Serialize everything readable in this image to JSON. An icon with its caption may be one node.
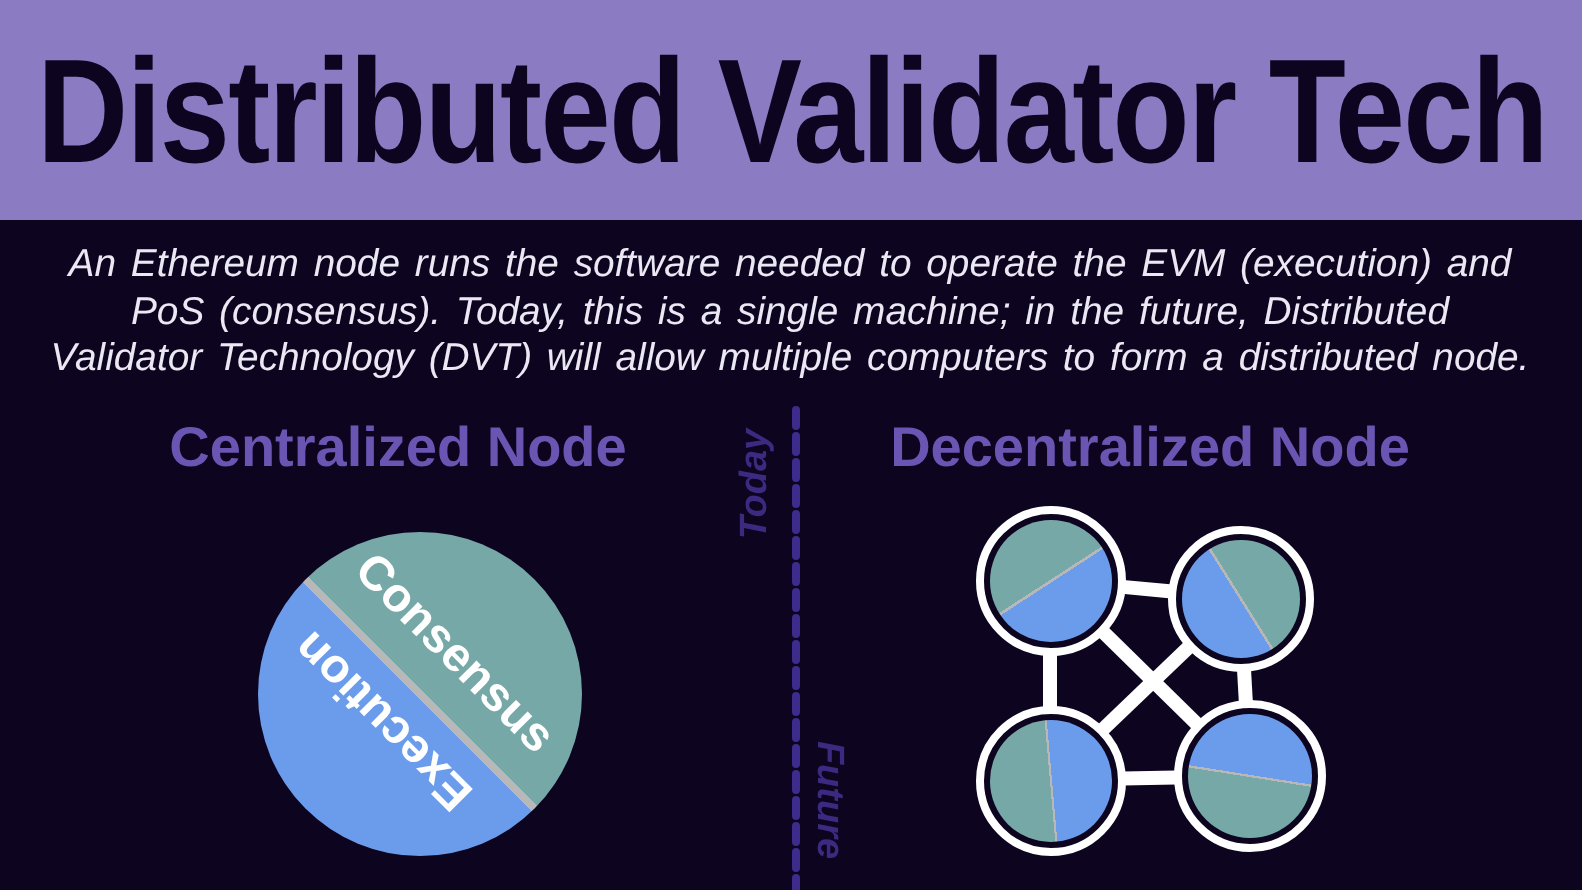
{
  "diagram": {
    "title": "Distributed Validator Tech",
    "nodes": [
      {
        "text": [
          "Consensus",
          "Execution"
        ]
      },
      {
        "text": [],
        "shape": "circle"
      },
      {
        "text": [],
        "shape": "circle"
      },
      {
        "text": [],
        "shape": "circle"
      },
      {
        "text": [],
        "shape": "circle"
      }
    ],
    "edges": [
      {
        "from": 1,
        "to": 2,
        "arrow": "none"
      },
      {
        "from": 1,
        "to": 3,
        "arrow": "none"
      },
      {
        "from": 1,
        "to": 4,
        "arrow": "none"
      },
      {
        "from": 2,
        "to": 3,
        "arrow": "none"
      },
      {
        "from": 2,
        "to": 4,
        "arrow": "none"
      },
      {
        "from": 3,
        "to": 4,
        "arrow": "none"
      }
    ],
    "labels": [
      "An Ethereum node runs the software needed to operate the EVM (execution) and PoS (consensus). Today, this is a single machine; in the future, Distributed Validator Technology (DVT) will allow multiple computers to form a distributed node.",
      "Centralized Node",
      "Decentralized Node",
      "Today",
      "Future"
    ]
  }
}
